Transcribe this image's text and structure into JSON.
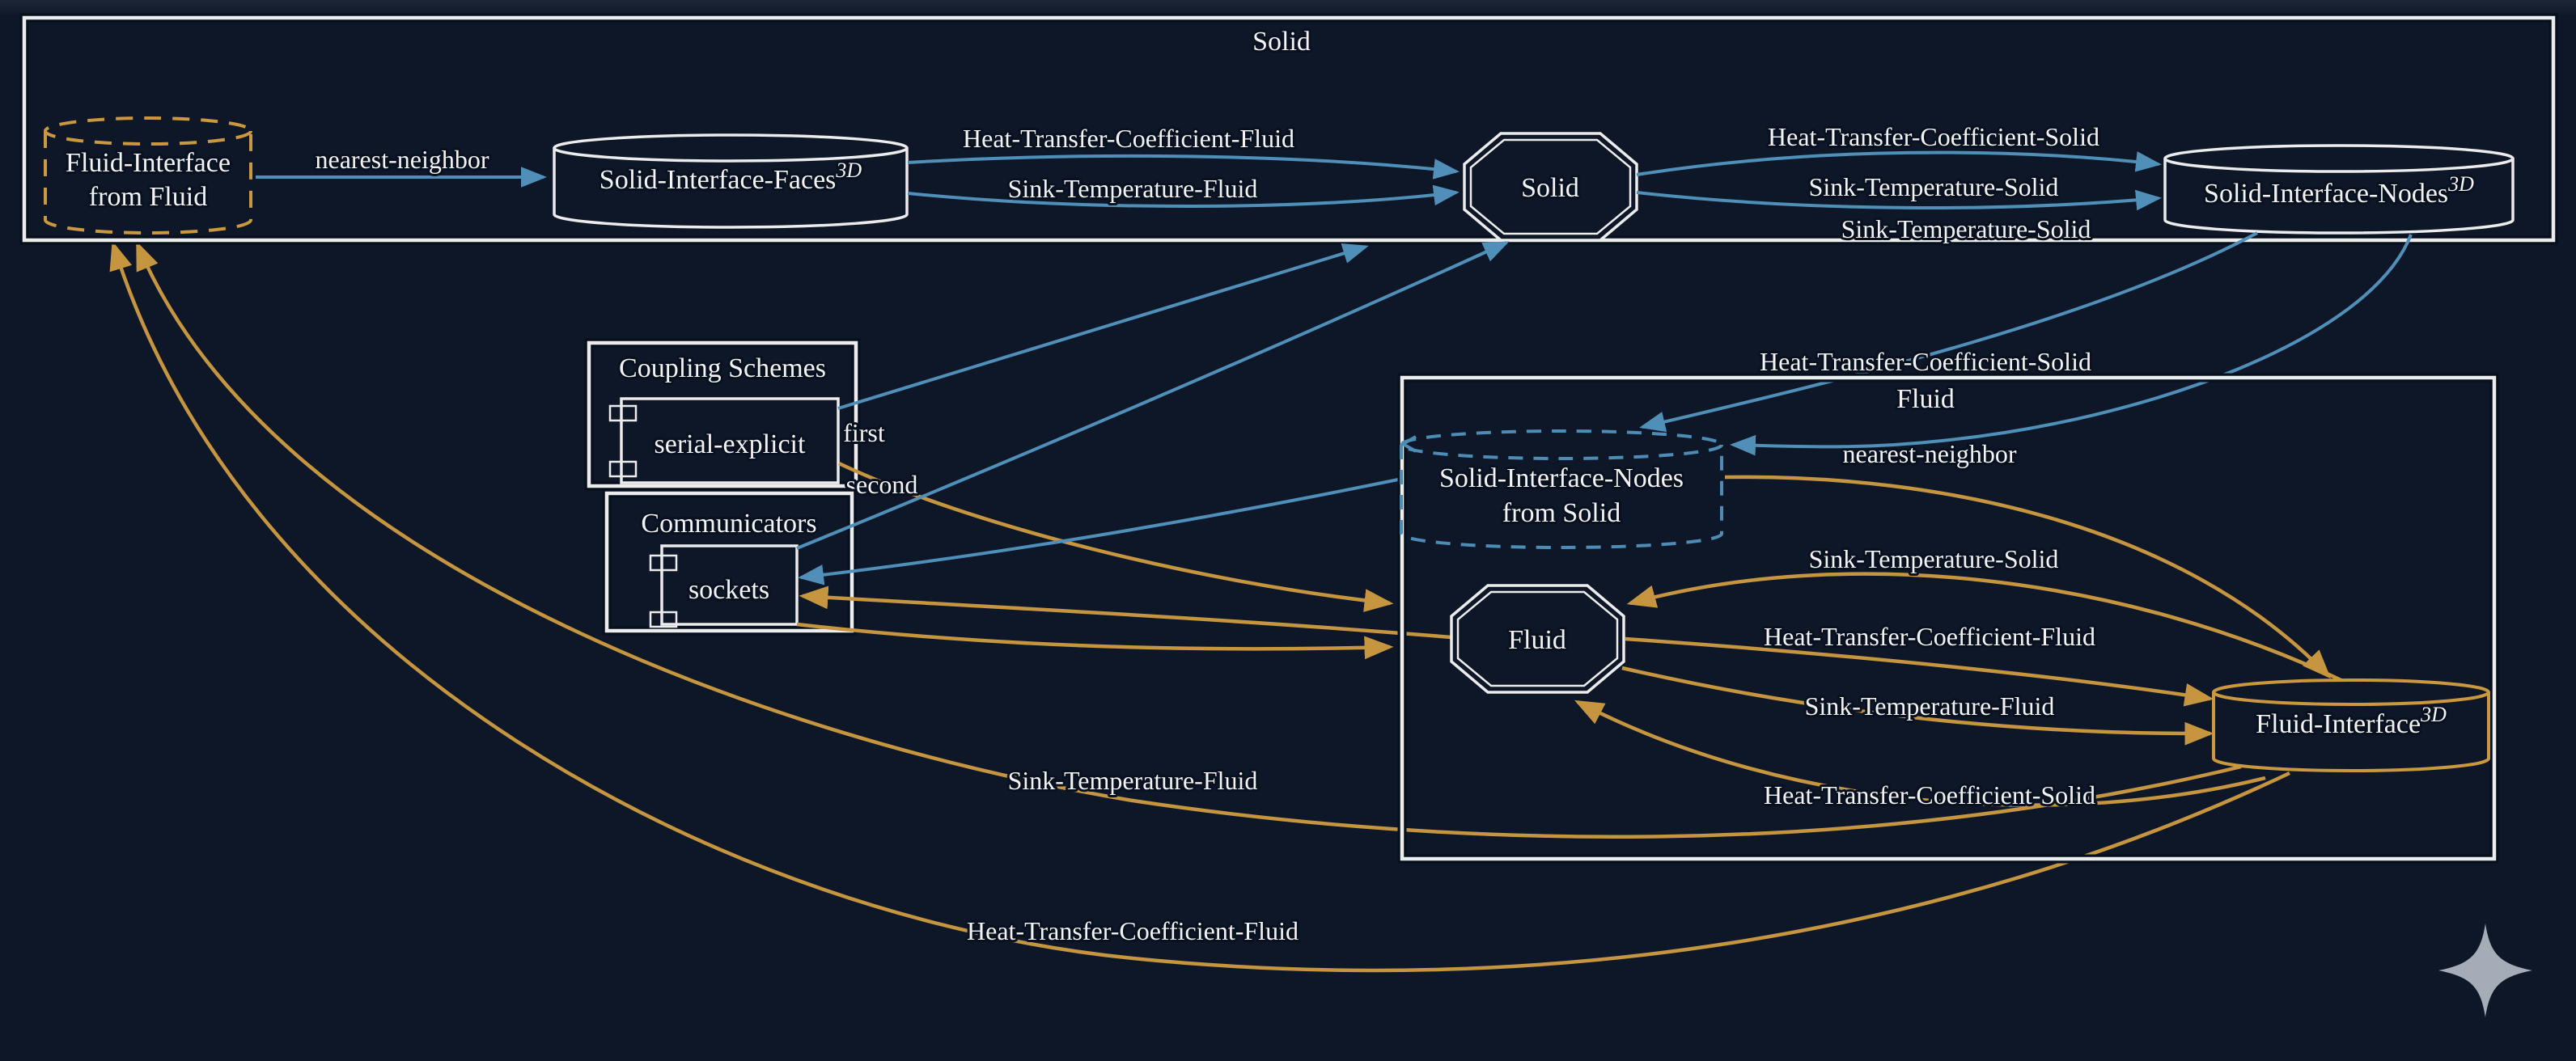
{
  "colors": {
    "background": "#0e1728",
    "solid_edge_blue": "#4f8fb8",
    "fluid_edge_orange": "#c6953f",
    "border_white": "#ececec"
  },
  "icons": {
    "sparkle": "four-point-star watermark"
  },
  "solid_participant": {
    "title": "Solid",
    "received_mesh": {
      "line1": "Fluid-Interface",
      "line2": "from Fluid"
    },
    "mapping_label": "nearest-neighbor",
    "faces_mesh": {
      "name": "Solid-Interface-Faces",
      "sup": "3D"
    },
    "solver": "Solid",
    "nodes_mesh": {
      "name": "Solid-Interface-Nodes",
      "sup": "3D"
    },
    "edge_labels": {
      "htc_fluid_in": "Heat-Transfer-Coefficient-Fluid",
      "sink_temp_fluid_in": "Sink-Temperature-Fluid",
      "htc_solid_out": "Heat-Transfer-Coefficient-Solid",
      "sink_temp_solid_out": "Sink-Temperature-Solid",
      "sink_temp_solid_comm": "Sink-Temperature-Solid"
    }
  },
  "coupling_schemes": {
    "title": "Coupling Schemes",
    "scheme": "serial-explicit",
    "first_label": "first",
    "second_label": "second"
  },
  "communicators": {
    "title": "Communicators",
    "type": "sockets"
  },
  "fluid_participant": {
    "title": "Fluid",
    "htc_solid_comm": "Heat-Transfer-Coefficient-Solid",
    "received_mesh": {
      "line1": "Solid-Interface-Nodes",
      "line2": "from Solid"
    },
    "mapping_label": "nearest-neighbor",
    "solver": "Fluid",
    "interface_mesh": {
      "name": "Fluid-Interface",
      "sup": "3D"
    },
    "edge_labels": {
      "sink_temp_solid_read": "Sink-Temperature-Solid",
      "htc_fluid_write": "Heat-Transfer-Coefficient-Fluid",
      "sink_temp_fluid_write": "Sink-Temperature-Fluid",
      "htc_solid_read": "Heat-Transfer-Coefficient-Solid"
    }
  },
  "bottom_comm_edges": {
    "sink_temp_fluid": "Sink-Temperature-Fluid",
    "htc_fluid": "Heat-Transfer-Coefficient-Fluid"
  }
}
